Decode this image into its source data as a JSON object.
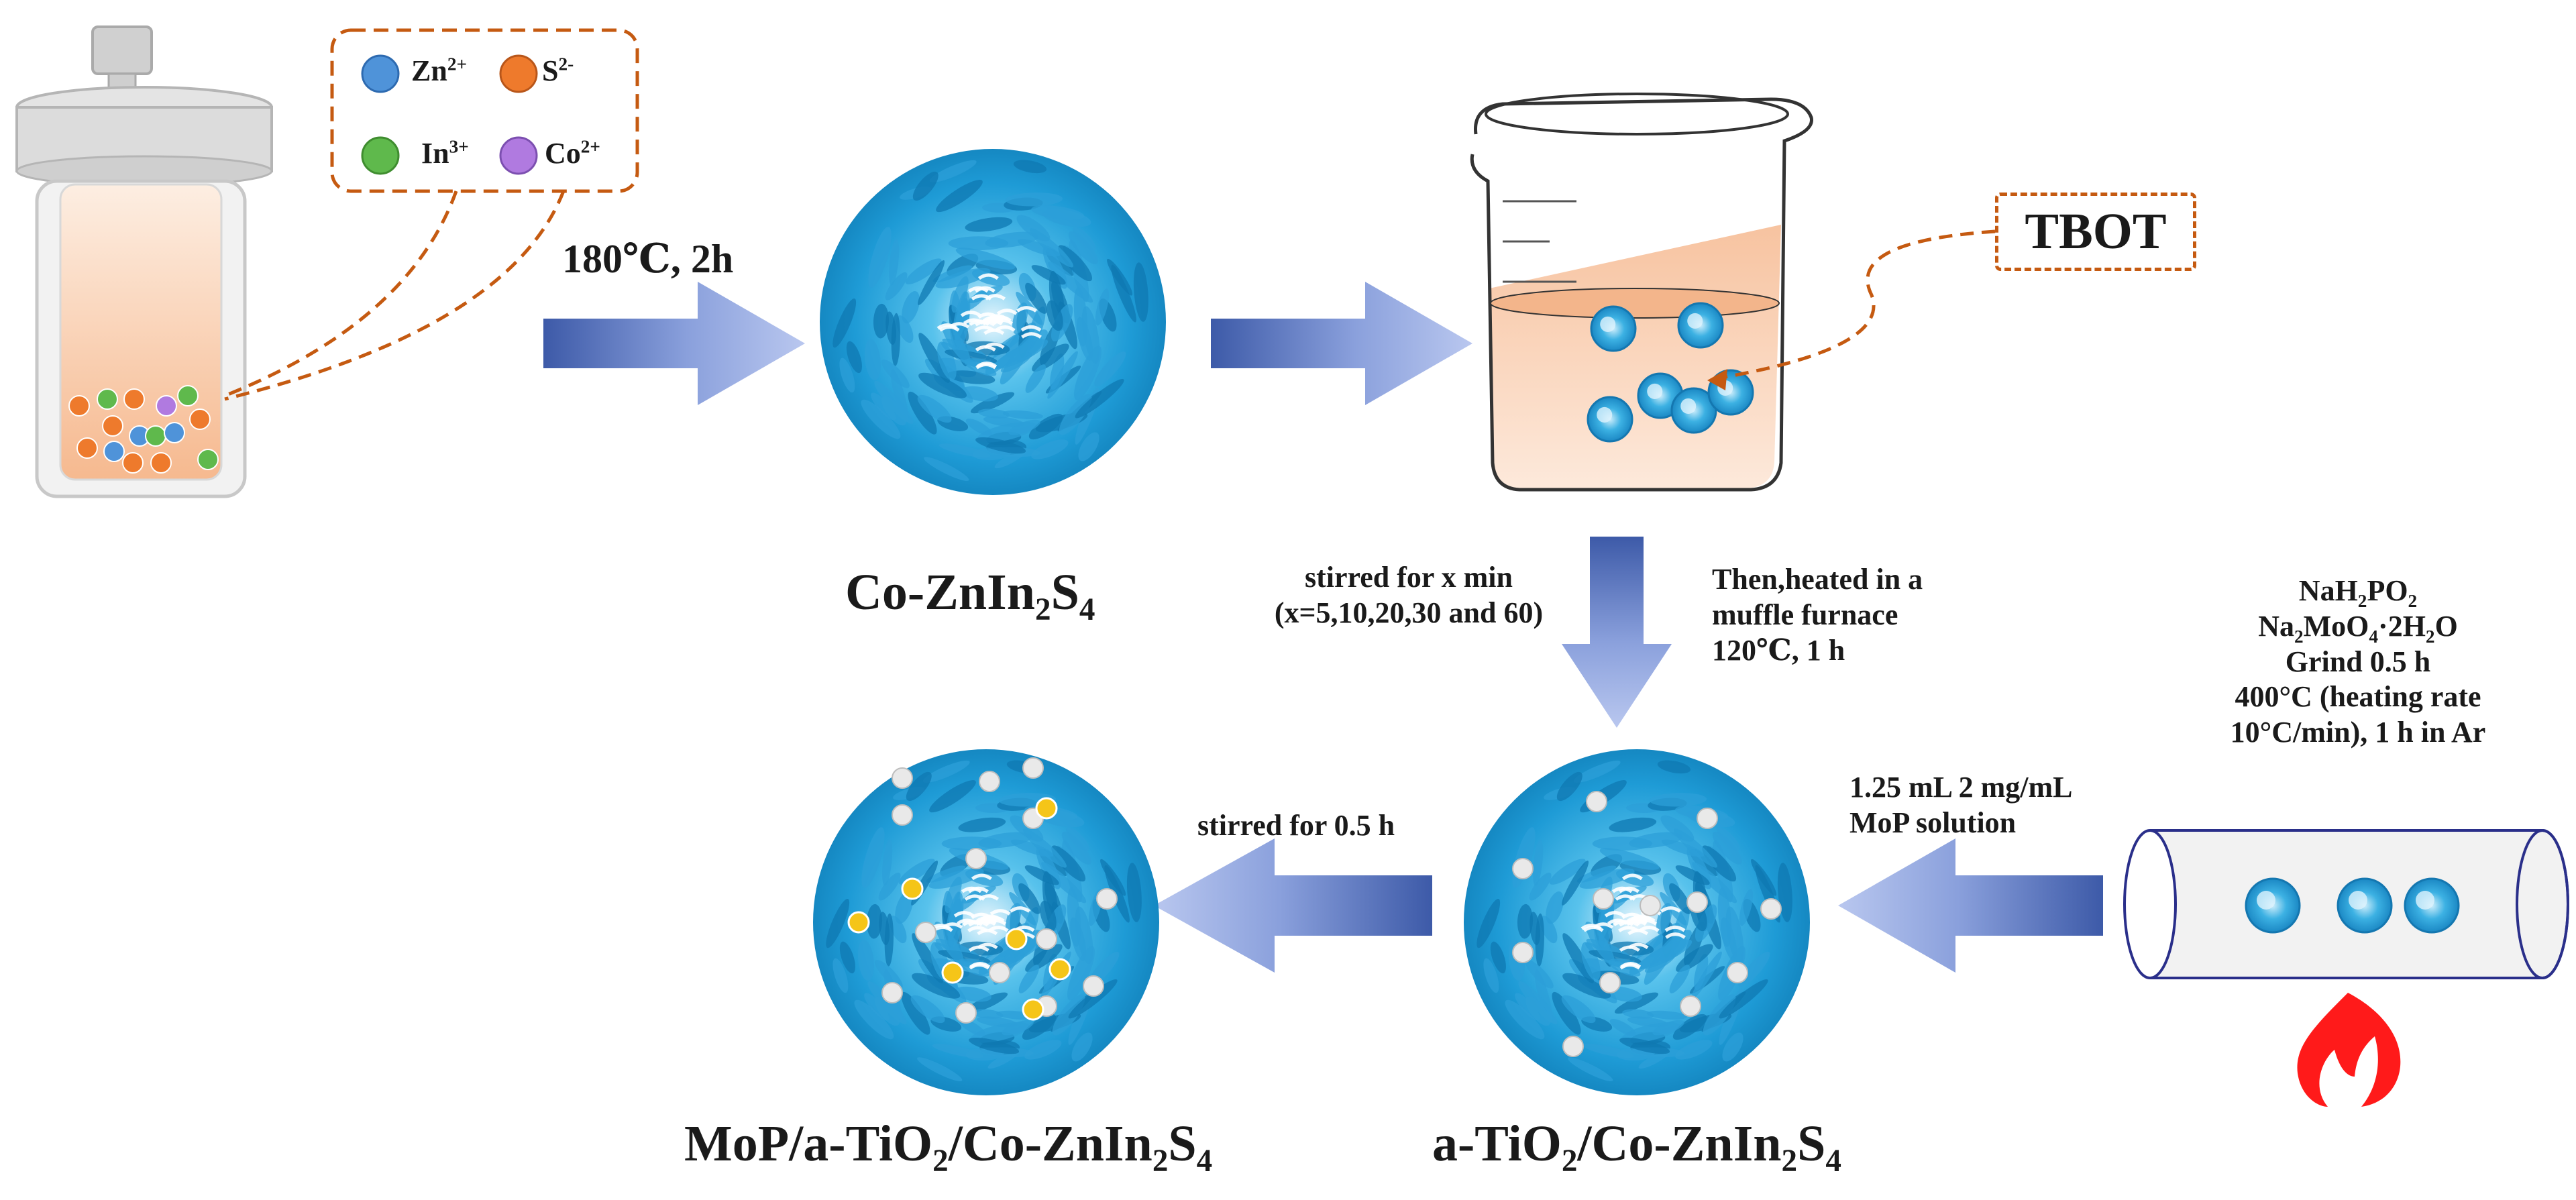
{
  "ions": {
    "zn": {
      "symbol": "Zn",
      "charge": "2+",
      "color": "#4f93d9"
    },
    "s": {
      "symbol": "S",
      "charge": "2-",
      "color": "#ee7a2c"
    },
    "in": {
      "symbol": "In",
      "charge": "3+",
      "color": "#5fb94c"
    },
    "co": {
      "symbol": "Co",
      "charge": "2+",
      "color": "#b07ae0"
    }
  },
  "step1_condition": "180℃, 2h",
  "tbot_label": "TBOT",
  "product1": {
    "pre": "Co-ZnIn",
    "sub1": "2",
    "mid": "S",
    "sub2": "4"
  },
  "step2_left": {
    "line1": "stirred for x min",
    "line2": "(x=5,10,20,30 and 60)"
  },
  "step2_right": {
    "line1": "Then,heated in a",
    "line2": "muffle furnace",
    "line3": "120℃, 1 h"
  },
  "mop_synthesis": {
    "l1_a": "NaH",
    "l1_b": "2",
    "l1_c": "PO",
    "l1_d": "2",
    "l2_a": "Na",
    "l2_b": "2",
    "l2_c": "MoO",
    "l2_d": "4",
    "l2_e": "·2H",
    "l2_f": "2",
    "l2_g": "O",
    "l3": "Grind  0.5 h",
    "l4": "400°C (heating rate",
    "l5": "10°C/min), 1 h in Ar"
  },
  "mop_solution": {
    "line1": "1.25 mL 2 mg/mL",
    "line2": "MoP solution"
  },
  "step3_condition": "stirred for 0.5 h",
  "product2": {
    "a": "a-TiO",
    "b": "2",
    "c": "/Co-ZnIn",
    "d": "2",
    "e": "S",
    "f": "4"
  },
  "product3": {
    "a": "MoP/a-TiO",
    "b": "2",
    "c": "/Co-ZnIn",
    "d": "2",
    "e": "S",
    "f": "4"
  },
  "colors": {
    "sphere": "#2aa7de",
    "sphere_dark": "#0b6fa3",
    "arrow": "#6d86c9",
    "dash": "#c55a11",
    "liquid": "#f7c9a8",
    "flame": "#ff1a1a",
    "mop_particle": "#f5c518",
    "tio2_particle": "#e6e6e6"
  }
}
